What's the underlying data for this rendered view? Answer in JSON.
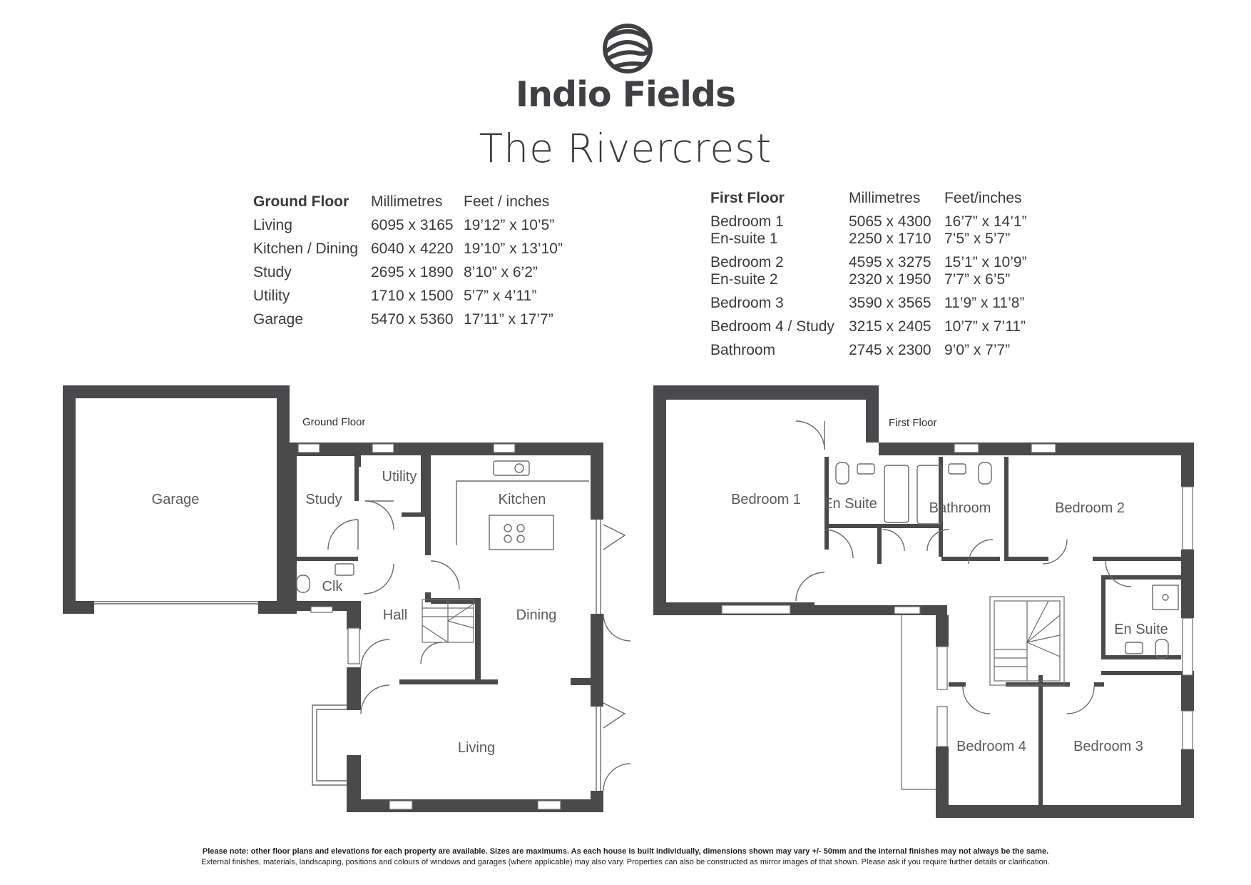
{
  "brand": {
    "name": "Indio Fields",
    "logo_icon": "rainbow-fields-logo-icon"
  },
  "title": "The Rivercrest",
  "ground_floor_table": {
    "headers": [
      "Ground Floor",
      "Millimetres",
      "Feet / inches"
    ],
    "rows": [
      {
        "room": "Living",
        "mm": "6095 x 3165",
        "ft": "19’12” x 10’5”"
      },
      {
        "room": "Kitchen / Dining",
        "mm": "6040 x 4220",
        "ft": "19’10” x 13’10”"
      },
      {
        "room": "Study",
        "mm": "2695 x 1890",
        "ft": "8’10” x 6’2”"
      },
      {
        "room": "Utility",
        "mm": "1710 x 1500",
        "ft": "5’7” x 4’11”"
      },
      {
        "room": "Garage",
        "mm": "5470 x 5360",
        "ft": "17’11” x 17’7”"
      }
    ]
  },
  "first_floor_table": {
    "headers": [
      "First Floor",
      "Millimetres",
      "Feet/inches"
    ],
    "rows": [
      {
        "room": "Bedroom 1",
        "mm": "5065 x 4300",
        "ft": "16’7” x 14’1”"
      },
      {
        "room": "En-suite 1",
        "mm": "2250 x 1710",
        "ft": "7’5” x 5’7”"
      },
      {
        "room": "Bedroom 2",
        "mm": "4595 x 3275",
        "ft": "15’1” x 10’9”"
      },
      {
        "room": "En-suite 2",
        "mm": "2320 x 1950",
        "ft": "7’7” x 6’5”"
      },
      {
        "room": "Bedroom 3",
        "mm": "3590 x 3565",
        "ft": "11’9” x 11’8”"
      },
      {
        "room": "Bedroom 4 / Study",
        "mm": "3215 x 2405",
        "ft": "10’7” x 7’11”"
      },
      {
        "room": "Bathroom",
        "mm": "2745 x 2300",
        "ft": "9’0” x 7’7”"
      }
    ]
  },
  "ground_plan": {
    "label": "Ground Floor",
    "rooms": {
      "garage": "Garage",
      "study": "Study",
      "utility": "Utility",
      "kitchen": "Kitchen",
      "clk": "Clk",
      "hall": "Hall",
      "dining": "Dining",
      "living": "Living"
    }
  },
  "first_plan": {
    "label": "First Floor",
    "rooms": {
      "bedroom1": "Bedroom 1",
      "ensuite1": "En Suite",
      "bathroom": "Bathroom",
      "bedroom2": "Bedroom 2",
      "ensuite2": "En Suite",
      "bedroom4": "Bedroom 4",
      "bedroom3": "Bedroom 3"
    }
  },
  "colors": {
    "wall": "#4a4a4c",
    "text": "#3a3a3c",
    "fixture": "#6a6a6c"
  },
  "footer": {
    "line1": "Please note: other floor plans and elevations for each property are available. Sizes are maximums. As each house is built individually, dimensions shown may vary +/- 50mm and the internal finishes may not always be the same.",
    "line2": "External finishes, materials, landscaping, positions and colours of windows and garages (where applicable) may also vary. Properties can also be constructed as mirror images of that shown. Please ask if you require further details or clarification."
  }
}
